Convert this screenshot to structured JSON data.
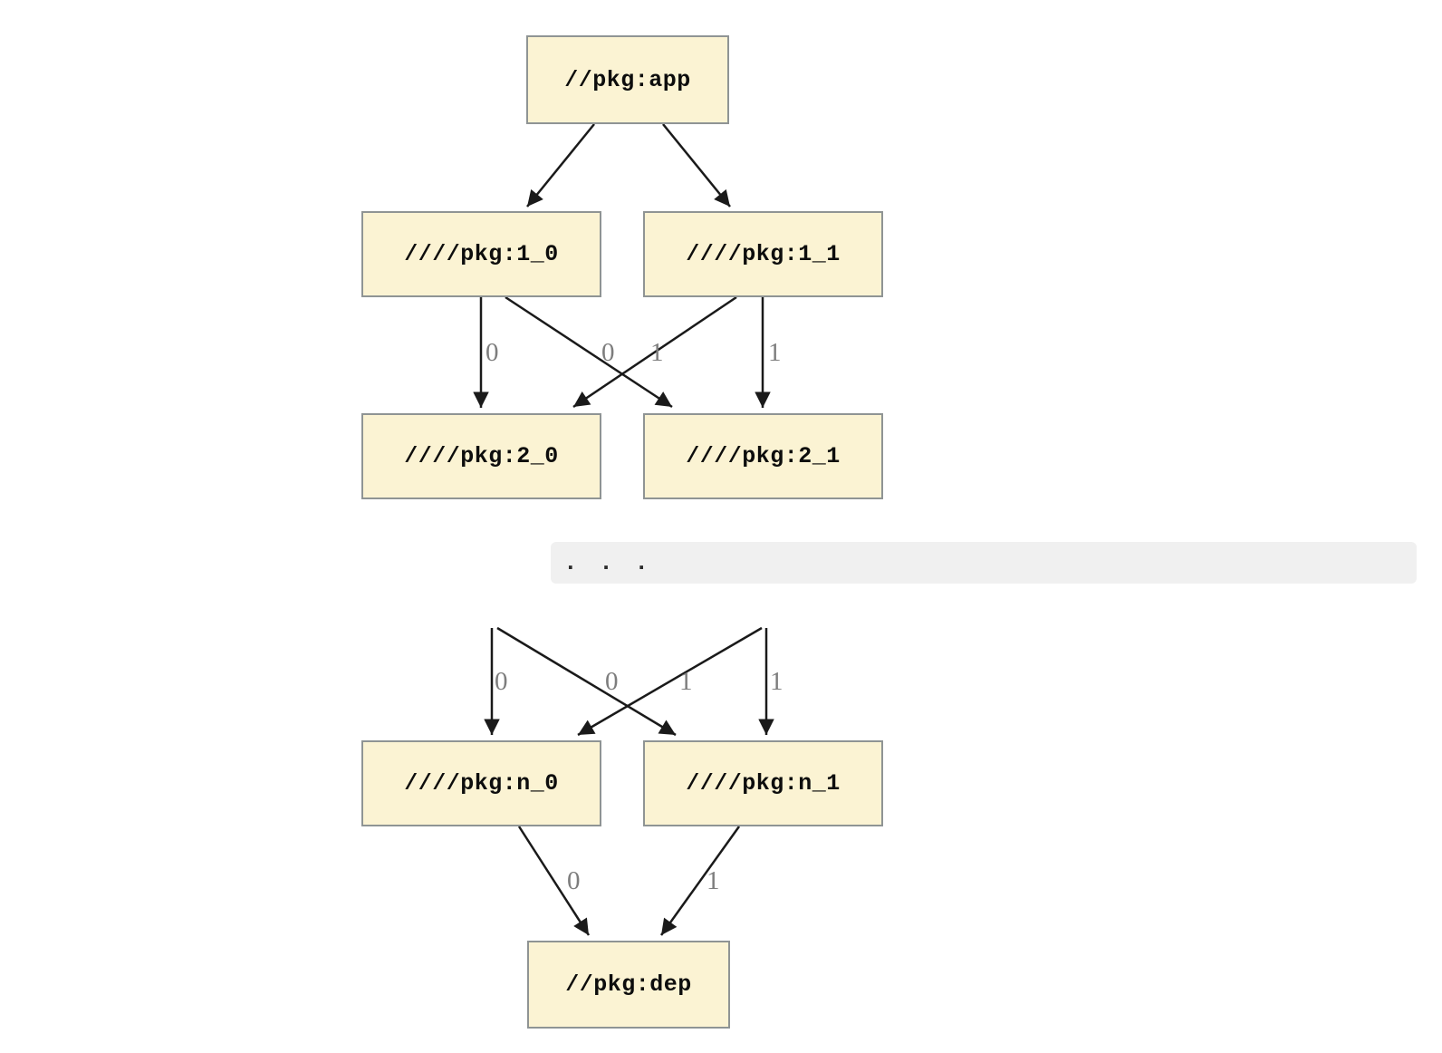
{
  "diagram": {
    "type": "dependency-graph",
    "nodes": [
      {
        "id": "app",
        "label": "//pkg:app"
      },
      {
        "id": "1_0",
        "label": "////pkg:1_0"
      },
      {
        "id": "1_1",
        "label": "////pkg:1_1"
      },
      {
        "id": "2_0",
        "label": "////pkg:2_0"
      },
      {
        "id": "2_1",
        "label": "////pkg:2_1"
      },
      {
        "id": "n_0",
        "label": "////pkg:n_0"
      },
      {
        "id": "n_1",
        "label": "////pkg:n_1"
      },
      {
        "id": "dep",
        "label": "//pkg:dep"
      }
    ],
    "ellipsis": ". . .",
    "edges": [
      {
        "from": "//pkg:app",
        "to": "////pkg:1_0",
        "label": ""
      },
      {
        "from": "//pkg:app",
        "to": "////pkg:1_1",
        "label": ""
      },
      {
        "from": "////pkg:1_0",
        "to": "////pkg:2_0",
        "label": "0"
      },
      {
        "from": "////pkg:1_1",
        "to": "////pkg:2_0",
        "label": "0"
      },
      {
        "from": "////pkg:1_0",
        "to": "////pkg:2_1",
        "label": "1"
      },
      {
        "from": "////pkg:1_1",
        "to": "////pkg:2_1",
        "label": "1"
      },
      {
        "from": "...",
        "to": "////pkg:n_0",
        "label": "0"
      },
      {
        "from": "...",
        "to": "////pkg:n_0",
        "label": "0"
      },
      {
        "from": "...",
        "to": "////pkg:n_1",
        "label": "1"
      },
      {
        "from": "...",
        "to": "////pkg:n_1",
        "label": "1"
      },
      {
        "from": "////pkg:n_0",
        "to": "//pkg:dep",
        "label": "0"
      },
      {
        "from": "////pkg:n_1",
        "to": "//pkg:dep",
        "label": "1"
      }
    ],
    "colors": {
      "background": "#ffffff",
      "node_fill": "#fbf3d3",
      "node_border": "#8f9494",
      "edge": "#1a1a1a",
      "edge_label": "#7d7d7d",
      "ellipsis_bg": "#f0f0f0"
    }
  }
}
